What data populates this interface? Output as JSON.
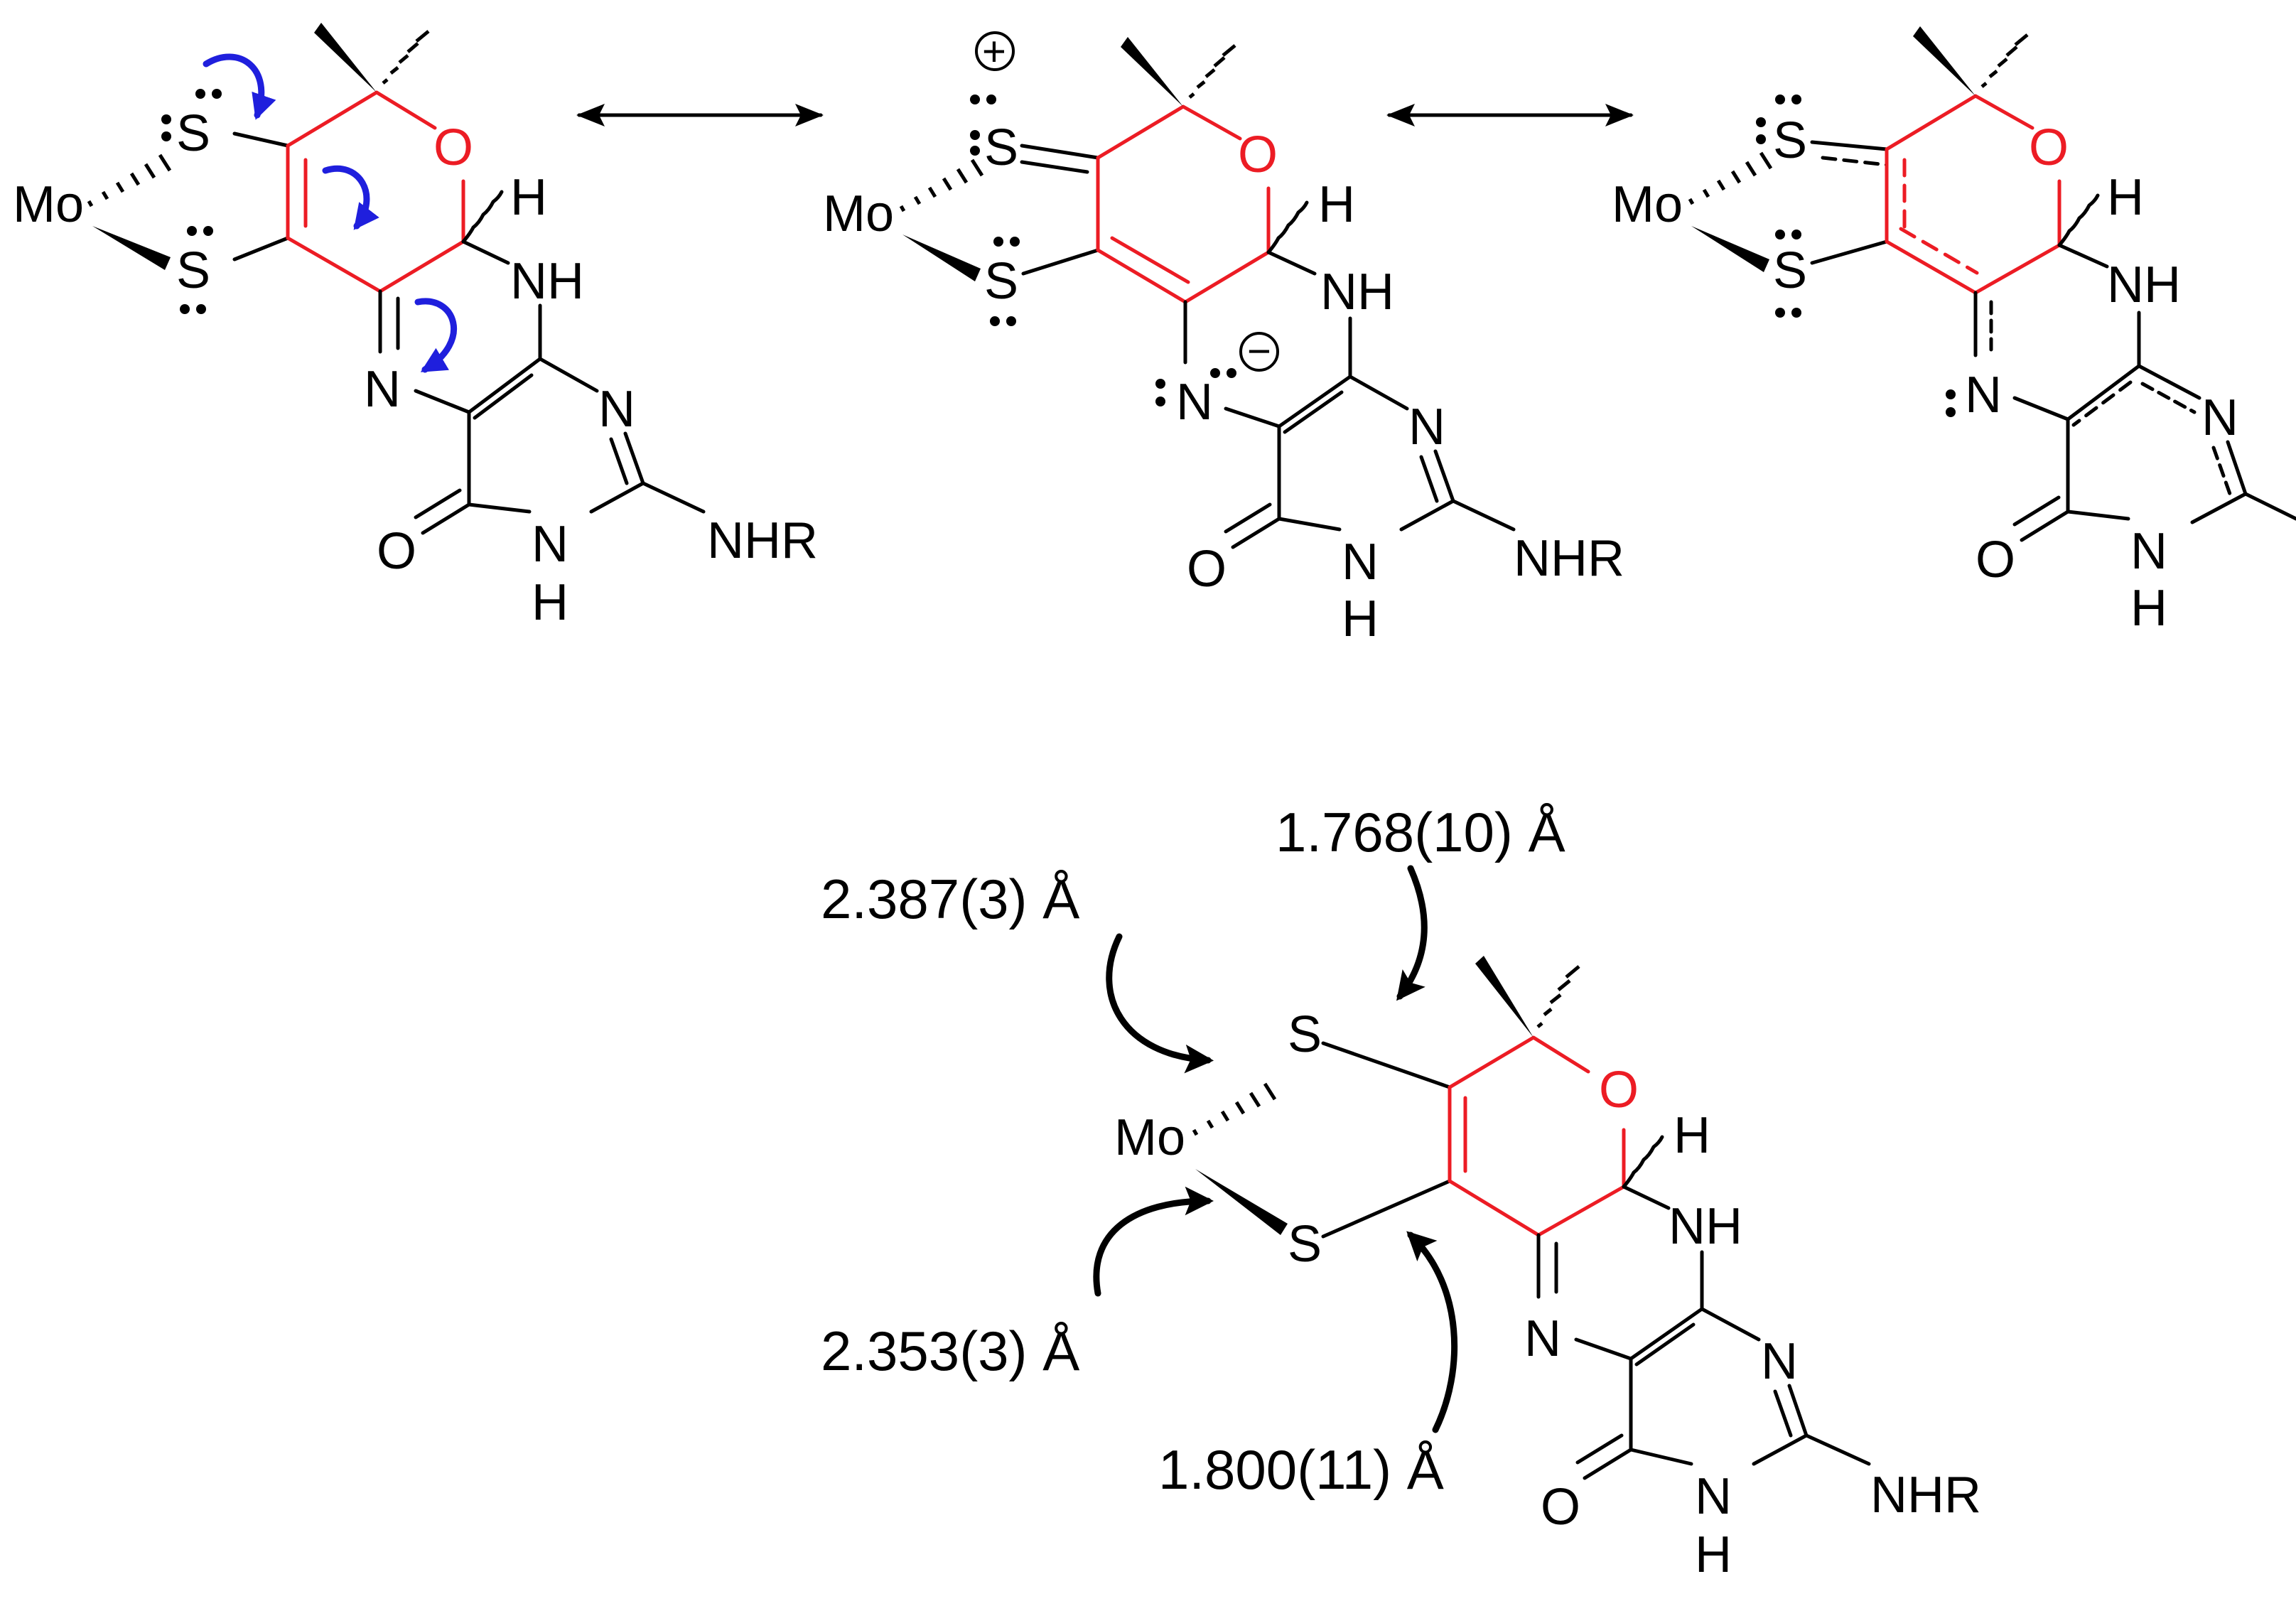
{
  "atoms": {
    "mo": "Mo",
    "s": "S",
    "o": "O",
    "h": "H",
    "nh": "NH",
    "n": "N",
    "nhr": "NHR",
    "n_h": "H"
  },
  "charges": {
    "plus": "+",
    "minus": "−"
  },
  "measurements": {
    "mo_s_top": "2.387(3) Å",
    "c_s_top": "1.768(10) Å",
    "mo_s_bottom": "2.353(3) Å",
    "c_s_bottom": "1.800(11) Å"
  },
  "colors": {
    "bond": "#000000",
    "pyran_ring": "#ec1c24",
    "electron_push_arrow": "#1f1fdd"
  }
}
